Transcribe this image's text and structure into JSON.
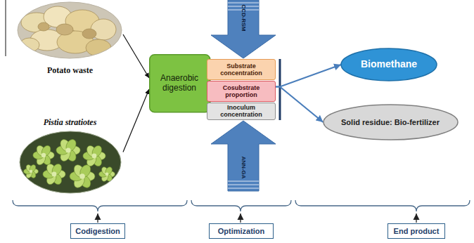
{
  "diagram": {
    "nodes": [
      {
        "text": [
          "Potato waste"
        ]
      },
      {
        "text": [
          "Pistia stratiotes"
        ]
      },
      {
        "text": [
          "Anaerobic digestion"
        ]
      },
      {
        "text": [
          "Substrate concentration"
        ],
        "in": 2
      },
      {
        "text": [
          "Cosubstrate proportion"
        ],
        "in": 2
      },
      {
        "text": [
          "Inoculum concentration"
        ],
        "in": 2
      },
      {
        "text": [
          "CCD-RSM"
        ]
      },
      {
        "text": [
          "ANN-GA"
        ]
      },
      {
        "text": [
          "Biomethane"
        ]
      },
      {
        "text": [
          "Solid residue: Bio-fertilizer"
        ]
      },
      {
        "text": [
          "Codigestion"
        ]
      },
      {
        "text": [
          "Optimization"
        ]
      },
      {
        "text": [
          "End product"
        ]
      }
    ],
    "edges": [
      {
        "from": 0,
        "to": 2,
        "arrow": "to"
      },
      {
        "from": 1,
        "to": 2,
        "arrow": "to"
      },
      {
        "from": 2,
        "to": 8,
        "arrow": "to"
      },
      {
        "from": 2,
        "to": 9,
        "arrow": "to"
      }
    ]
  }
}
